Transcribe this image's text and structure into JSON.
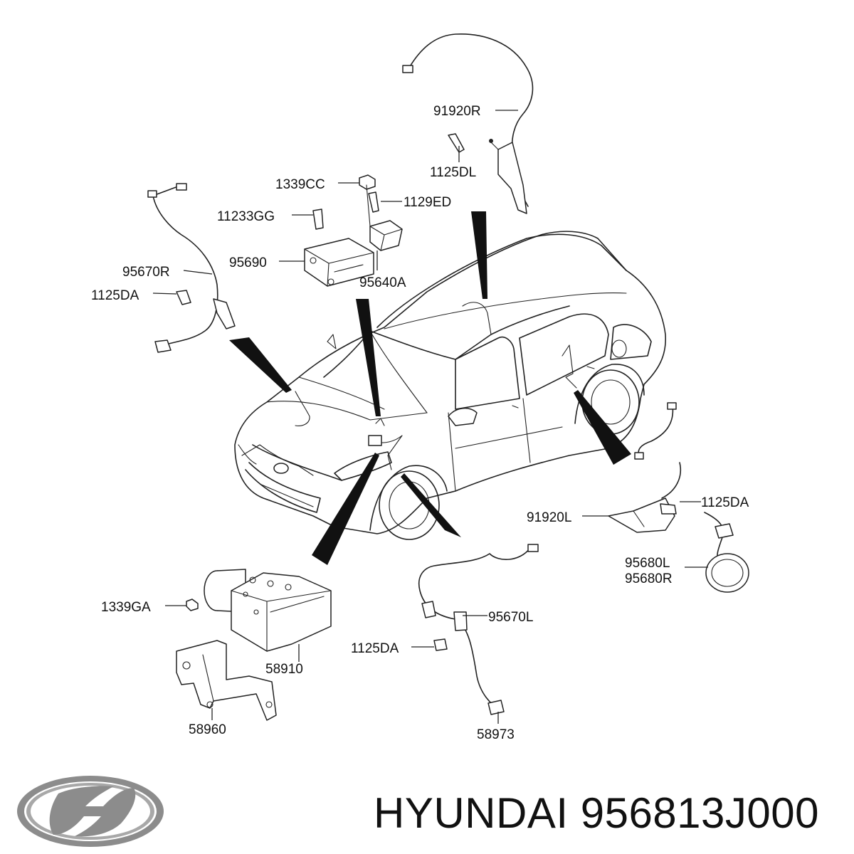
{
  "labels": {
    "p91920R": "91920R",
    "p1125DL": "1125DL",
    "p1339CC": "1339CC",
    "p1129ED": "1129ED",
    "p11233GG": "11233GG",
    "p95690": "95690",
    "p95640A": "95640A",
    "p95670R": "95670R",
    "p1125DA_a": "1125DA",
    "p1125DA_b": "1125DA",
    "p91920L": "91920L",
    "p95680L": "95680L",
    "p95680R": "95680R",
    "p1339GA": "1339GA",
    "p95670L": "95670L",
    "p1125DA_c": "1125DA",
    "p58910": "58910",
    "p58960": "58960",
    "p58973": "58973"
  },
  "footer": {
    "title": "HYUNDAI 956813J000"
  },
  "logo": {
    "name": "hyundai-logo-icon",
    "color": "#8c8c8c"
  }
}
